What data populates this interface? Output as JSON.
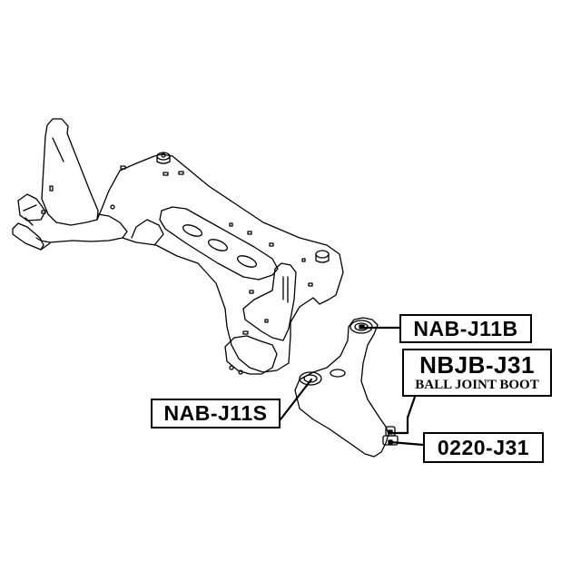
{
  "diagram": {
    "subject": "Front subframe (crossmember) with lower control arm",
    "line_color": "#000000",
    "background": "#ffffff"
  },
  "labels": [
    {
      "id": "nab-j11b",
      "part_number": "NAB-J11B",
      "description": "",
      "points_to": "control arm rear bushing"
    },
    {
      "id": "nbjb-j31",
      "part_number": "NBJB-J31",
      "description": "BALL JOINT BOOT",
      "points_to": "ball joint boot"
    },
    {
      "id": "nab-j11s",
      "part_number": "NAB-J11S",
      "description": "",
      "points_to": "control arm front bushing"
    },
    {
      "id": "0220-j31",
      "part_number": "0220-J31",
      "description": "",
      "points_to": "ball joint"
    }
  ]
}
